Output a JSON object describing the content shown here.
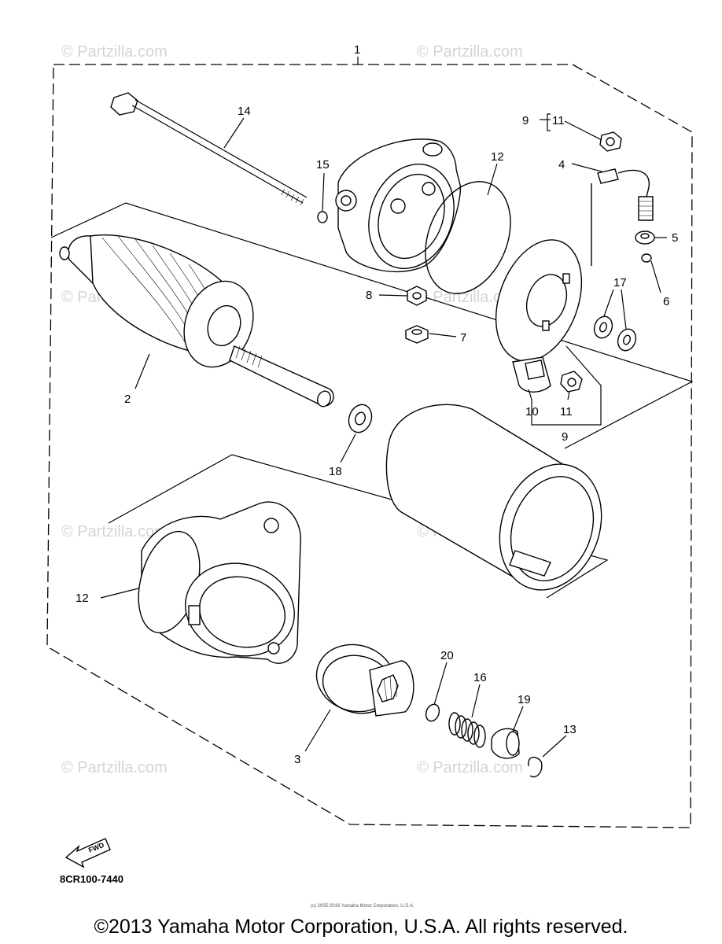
{
  "diagram": {
    "callouts": {
      "c1": "1",
      "c2": "2",
      "c3": "3",
      "c4": "4",
      "c5": "5",
      "c6": "6",
      "c7": "7",
      "c8": "8",
      "c9_top": "9",
      "c9_bottom": "9",
      "c10": "10",
      "c11_top": "11",
      "c11_bottom": "11",
      "c12_top": "12",
      "c12_left": "12",
      "c13": "13",
      "c14": "14",
      "c15": "15",
      "c16": "16",
      "c17": "17",
      "c18": "18",
      "c19": "19",
      "c20": "20"
    },
    "watermark": "© Partzilla.com",
    "fwd_label": "FWD",
    "diagram_code": "8CR100-7440",
    "small_copyright": "(c) 2005-2016 Yamaha Motor Corporation, U.S.A.",
    "copyright": "©2013 Yamaha Motor Corporation, U.S.A. All rights reserved."
  }
}
